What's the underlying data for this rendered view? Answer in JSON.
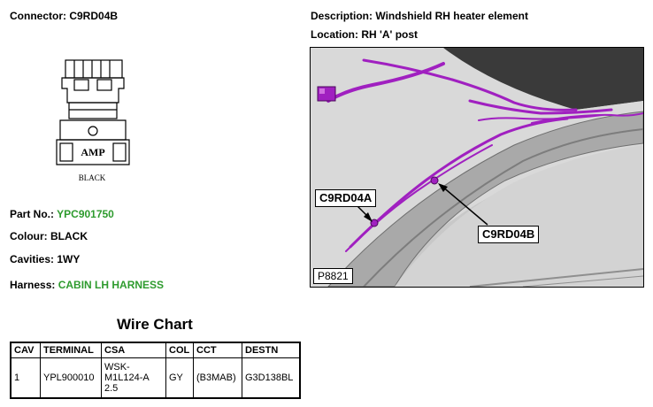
{
  "connector": {
    "label": "Connector:",
    "value": "C9RD04B"
  },
  "description": {
    "label": "Description:",
    "value": "Windshield RH heater element"
  },
  "location": {
    "label": "Location:",
    "value": "RH 'A' post"
  },
  "drawing": {
    "brand": "AMP",
    "colour_text": "BLACK"
  },
  "part_no": {
    "label": "Part No.:",
    "value": "YPC901750"
  },
  "colour": {
    "label": "Colour:",
    "value": "BLACK"
  },
  "cavities": {
    "label": "Cavities:",
    "value": "1WY"
  },
  "harness": {
    "label": "Harness:",
    "value": "CABIN LH HARNESS"
  },
  "photo": {
    "callout_a": "C9RD04A",
    "callout_b": "C9RD04B",
    "code": "P8821",
    "harness_color": "#a020c0"
  },
  "wire_chart": {
    "title": "Wire Chart",
    "headers": [
      "CAV",
      "TERMINAL",
      "CSA",
      "COL",
      "CCT",
      "DESTN"
    ],
    "rows": [
      {
        "cav": "1",
        "terminal": "YPL900010",
        "csa_1": "WSK-",
        "csa_2": "M1L124-A",
        "csa_3": "2.5",
        "col": "GY",
        "cct": "(B3MAB)",
        "destn": "G3D138BL"
      }
    ]
  },
  "colors": {
    "green_value": "#2e9b2e"
  }
}
